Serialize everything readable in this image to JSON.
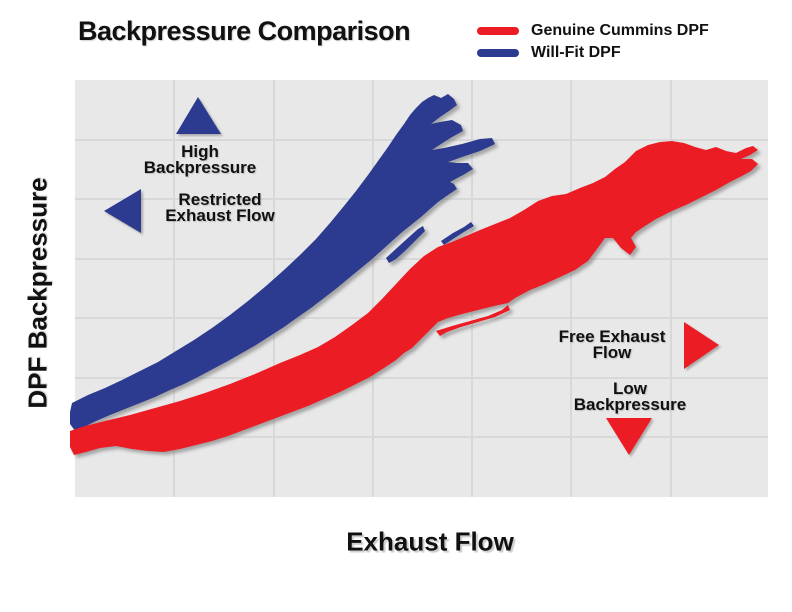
{
  "title": "Backpressure Comparison",
  "colors": {
    "red": "#EC1C24",
    "blue": "#2C3B8F",
    "plot_background": "#E8E8E9",
    "grid_line": "#D7D8DA",
    "text": "#111111"
  },
  "legend": {
    "items": [
      {
        "label": "Genuine Cummins DPF",
        "color_key": "red"
      },
      {
        "label": "Will-Fit DPF",
        "color_key": "blue"
      }
    ]
  },
  "chart_data": {
    "type": "area",
    "subtype": "scatter-band comparison, no numeric ticks shown",
    "title": "Backpressure Comparison",
    "xlabel": "Exhaust Flow",
    "ylabel": "DPF Backpressure",
    "grid": {
      "on": true,
      "x_divisions": 7,
      "y_divisions": 7
    },
    "legend_position": "top-right",
    "axis_ranges": {
      "x": [
        0,
        100
      ],
      "y": [
        0,
        100
      ],
      "units": "relative percent (axes unlabeled in image)"
    },
    "series": [
      {
        "name": "Will-Fit DPF",
        "color_key": "blue",
        "flow_pct": [
          0,
          8,
          17,
          25,
          33,
          41,
          46,
          50
        ],
        "backpressure_high_pct": [
          23,
          27,
          37,
          47,
          58,
          72,
          83,
          94
        ],
        "backpressure_low_pct": [
          16,
          20,
          30,
          36,
          47,
          55,
          61,
          66
        ],
        "trend": "steep rise - backpressure climbs quickly with exhaust flow"
      },
      {
        "name": "Genuine Cummins DPF",
        "color_key": "red",
        "flow_pct": [
          0,
          10,
          20,
          30,
          40,
          50,
          60,
          70,
          80,
          90,
          98
        ],
        "backpressure_high_pct": [
          16,
          20,
          25,
          32,
          41,
          57,
          64,
          72,
          80,
          84,
          84
        ],
        "backpressure_low_pct": [
          11,
          12,
          14,
          19,
          26,
          38,
          45,
          53,
          63,
          68,
          77
        ],
        "trend": "shallow rise - lower backpressure across the full flow range"
      }
    ],
    "annotations": {
      "high_backpressure": {
        "line1": "High",
        "line2": "Backpressure",
        "arrow": "up",
        "color_key": "blue"
      },
      "restricted_flow": {
        "line1": "Restricted",
        "line2": "Exhaust Flow",
        "arrow": "left",
        "color_key": "blue"
      },
      "free_flow": {
        "line1": "Free Exhaust",
        "line2": "Flow",
        "arrow": "right",
        "color_key": "red"
      },
      "low_backpressure": {
        "line1": "Low",
        "line2": "Backpressure",
        "arrow": "down",
        "color_key": "red"
      }
    }
  }
}
